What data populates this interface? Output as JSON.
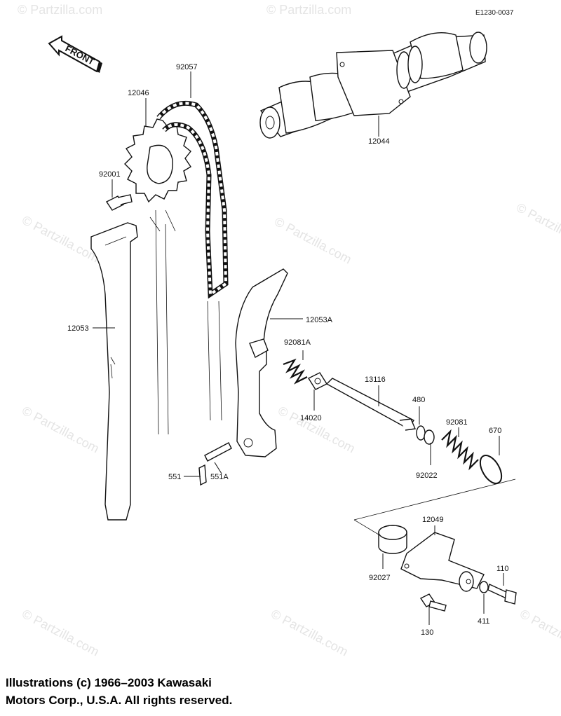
{
  "diagram_code": "E1230-0037",
  "front_label": "FRONT",
  "watermark": "© Partzilla.com",
  "parts": {
    "camshaft": "12044",
    "chain": "92057",
    "sprocket": "12046",
    "sprocket_bolt": "92001",
    "guide_left": "12053",
    "guide_right": "12053A",
    "spring_a": "92081A",
    "washer": "14020",
    "rod": "13116",
    "ring_480": "480",
    "spring": "92081",
    "oring": "670",
    "circlip": "92022",
    "pin_551": "551",
    "pin_551a": "551A",
    "tensioner_body": "12049",
    "collar": "92027",
    "bolt_110": "110",
    "washer_411": "411",
    "bolt_130": "130"
  },
  "footer": {
    "line1": "Illustrations (c) 1966–2003 Kawasaki",
    "line2": "Motors Corp., U.S.A.  All rights reserved."
  }
}
